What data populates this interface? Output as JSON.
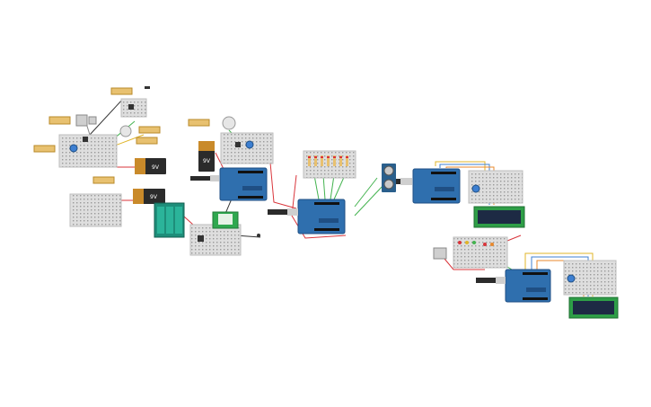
{
  "canvas": {
    "background": "#ffffff",
    "theme": "circuit-schematic-workspace"
  },
  "colors": {
    "breadboard": "#dedede",
    "breadboard_border": "#bdbdbd",
    "arduino": "#2f6fae",
    "arduino_dark": "#1f4f84",
    "lcd_frame": "#2e9e47",
    "lcd_screen": "#1d2a44",
    "battery_top": "#c98a2a",
    "battery_body": "#2b2b2b",
    "battery_pack": "#1e8e7a",
    "sensor_green": "#2fa84f",
    "ultrasonic": "#2a5f8c",
    "resistor": "#e8c170",
    "wire_red": "#d9343a",
    "wire_black": "#333333",
    "wire_green": "#43b34f",
    "wire_yellow": "#e0b52a",
    "wire_blue": "#3d7fd1",
    "wire_orange": "#e8892e",
    "wire_gray": "#888888"
  },
  "battery_labels": {
    "b1": "9V",
    "b2": "9V",
    "b3": "9V"
  },
  "icons": {
    "battery": "battery-9v-icon",
    "arduino": "arduino-board-icon",
    "lcd": "lcd-display-icon",
    "usb": "usb-cable-icon",
    "sensor": "ultrasonic-sensor-icon"
  }
}
